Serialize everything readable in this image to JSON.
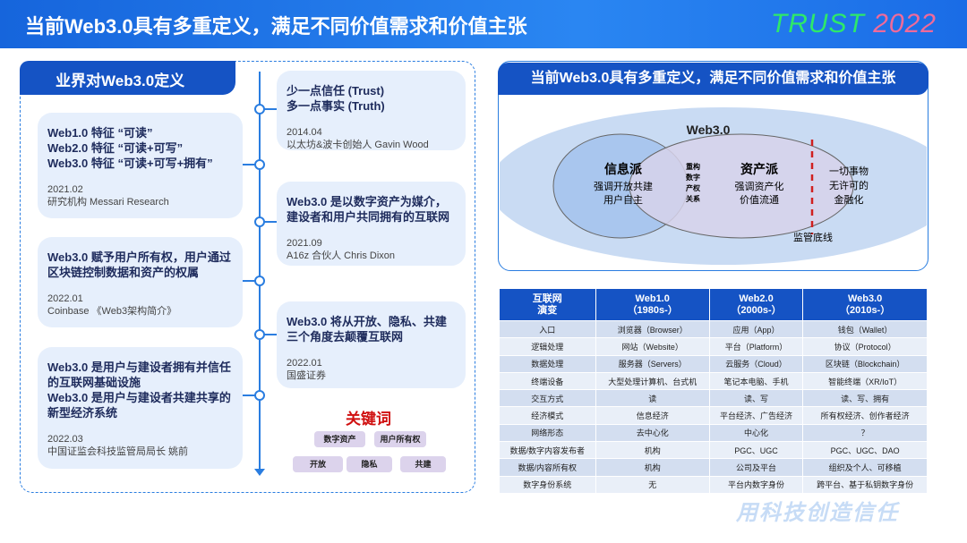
{
  "header": {
    "title": "当前Web3.0具有多重定义，满足不同价值需求和价值主张",
    "logo_trust": "TRUST",
    "logo_year": "2022"
  },
  "left": {
    "tab": "业界对Web3.0定义",
    "cards_left": [
      {
        "lines": [
          "Web1.0 特征 “可读”",
          "Web2.0 特征 “可读+可写”",
          "Web3.0 特征 “可读+可写+拥有”"
        ],
        "date": "2021.02",
        "source": "研究机构 Messari Research"
      },
      {
        "lines": [
          "Web3.0 赋予用户所有权，用户通过区块链控制数据和资产的权属"
        ],
        "date": "2022.01",
        "source": "Coinbase 《Web3架构简介》"
      },
      {
        "lines": [
          "Web3.0 是用户与建设者拥有并信任的互联网基础设施",
          "Web3.0 是用户与建设者共建共享的新型经济系统"
        ],
        "date": "2022.03",
        "source": "中国证监会科技监管局局长 姚前"
      }
    ],
    "cards_right": [
      {
        "lines": [
          "少一点信任 (Trust)",
          "多一点事实 (Truth)"
        ],
        "date": "2014.04",
        "source": "以太坊&波卡创始人 Gavin Wood"
      },
      {
        "lines": [
          "Web3.0 是以数字资产为媒介，建设者和用户共同拥有的互联网"
        ],
        "date": "2021.09",
        "source": "A16z 合伙人 Chris Dixon"
      },
      {
        "lines": [
          "Web3.0 将从开放、隐私、共建三个角度去颠覆互联网"
        ],
        "date": "2022.01",
        "source": "国盛证券"
      }
    ],
    "keywords_title": "关键词",
    "keywords": [
      "数字资产",
      "用户所有权",
      "开放",
      "隐私",
      "共建"
    ]
  },
  "right": {
    "title": "当前Web3.0具有多重定义，满足不同价值需求和价值主张",
    "venn": {
      "outer": "Web3.0",
      "left_title": "信息派",
      "left_l1": "强调开放共建",
      "left_l2": "用户自主",
      "mid": [
        "重构",
        "数字",
        "产权",
        "关系"
      ],
      "right_title": "资产派",
      "right_l1": "强调资产化",
      "right_l2": "价值流通",
      "far": [
        "一切事物",
        "无许可的",
        "金融化"
      ],
      "bottom": "监管底线"
    },
    "table": {
      "headers": [
        [
          "互联网",
          "演变"
        ],
        [
          "Web1.0",
          "（1980s-）"
        ],
        [
          "Web2.0",
          "（2000s-）"
        ],
        [
          "Web3.0",
          "（2010s-）"
        ]
      ],
      "rows": [
        [
          "入口",
          "浏览器（Browser）",
          "应用（App）",
          "钱包（Wallet）"
        ],
        [
          "逻辑处理",
          "网站（Website）",
          "平台（Platform）",
          "协议（Protocol）"
        ],
        [
          "数据处理",
          "服务器（Servers）",
          "云服务（Cloud）",
          "区块链（Blockchain）"
        ],
        [
          "终端设备",
          "大型处理计算机、台式机",
          "笔记本电脑、手机",
          "智能终端（XR/IoT）"
        ],
        [
          "交互方式",
          "读",
          "读、写",
          "读、写、拥有"
        ],
        [
          "经济模式",
          "信息经济",
          "平台经济、广告经济",
          "所有权经济、创作者经济"
        ],
        [
          "网络形态",
          "去中心化",
          "中心化",
          "？"
        ],
        [
          "数据/数字内容发布者",
          "机构",
          "PGC、UGC",
          "PGC、UGC、DAO"
        ],
        [
          "数据/内容所有权",
          "机构",
          "公司及平台",
          "组织及个人、可移植"
        ],
        [
          "数字身份系统",
          "无",
          "平台内数字身份",
          "跨平台、基于私钥数字身份"
        ]
      ]
    }
  },
  "footer": {
    "slogan": "用科技创造信任"
  }
}
